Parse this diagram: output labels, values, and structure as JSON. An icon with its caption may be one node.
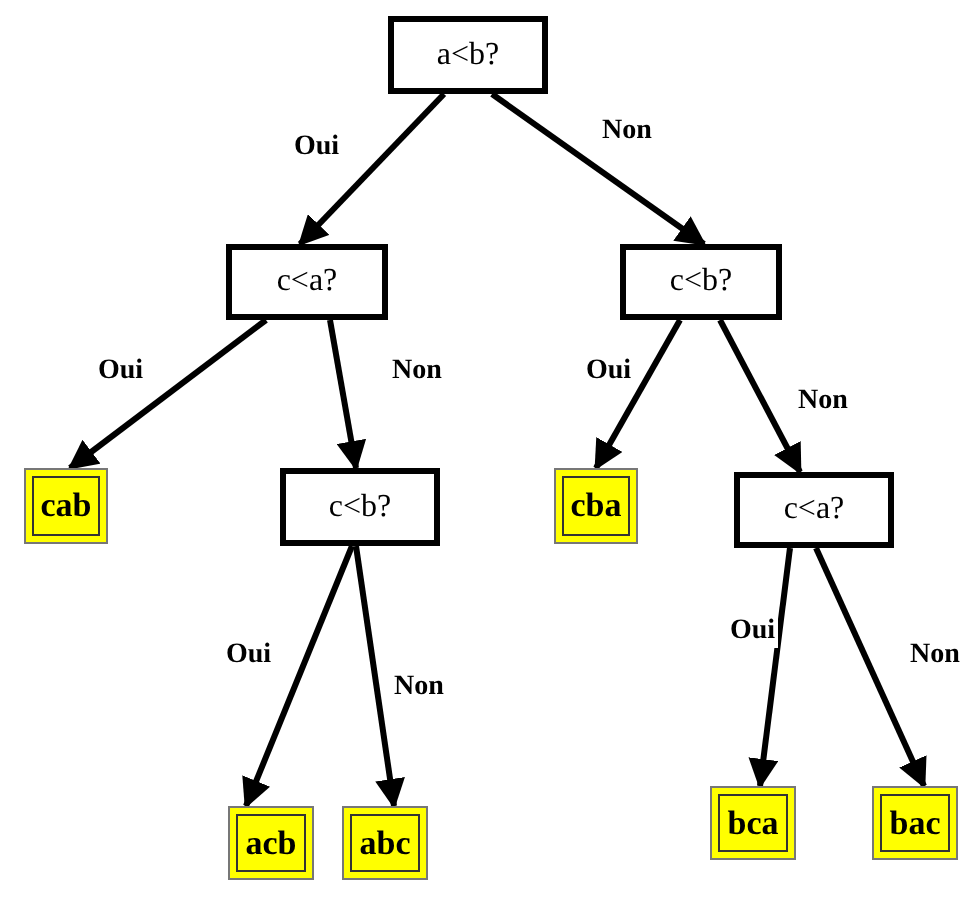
{
  "diagram": {
    "nodes": [
      {
        "text": [
          "a<b?"
        ]
      },
      {
        "text": [
          "c<a?"
        ]
      },
      {
        "text": [
          "c<b?"
        ]
      },
      {
        "text": [
          "cab"
        ]
      },
      {
        "text": [
          "c<b?"
        ]
      },
      {
        "text": [
          "cba"
        ]
      },
      {
        "text": [
          "c<a?"
        ]
      },
      {
        "text": [
          "acb"
        ]
      },
      {
        "text": [
          "abc"
        ]
      },
      {
        "text": [
          "bca"
        ]
      },
      {
        "text": [
          "bac"
        ]
      }
    ],
    "edges": [
      {
        "from": 0,
        "to": 1,
        "arrow": "to",
        "label": "Oui"
      },
      {
        "from": 0,
        "to": 2,
        "arrow": "to",
        "label": "Non"
      },
      {
        "from": 1,
        "to": 3,
        "arrow": "to",
        "label": "Oui"
      },
      {
        "from": 1,
        "to": 4,
        "arrow": "to",
        "label": "Non"
      },
      {
        "from": 2,
        "to": 5,
        "arrow": "to",
        "label": "Oui"
      },
      {
        "from": 2,
        "to": 6,
        "arrow": "to",
        "label": "Non"
      },
      {
        "from": 4,
        "to": 7,
        "arrow": "to",
        "label": "Oui"
      },
      {
        "from": 4,
        "to": 8,
        "arrow": "to",
        "label": "Non"
      },
      {
        "from": 6,
        "to": 9,
        "arrow": "to",
        "label": "Oui"
      },
      {
        "from": 6,
        "to": 10,
        "arrow": "to",
        "label": "Non"
      }
    ]
  }
}
